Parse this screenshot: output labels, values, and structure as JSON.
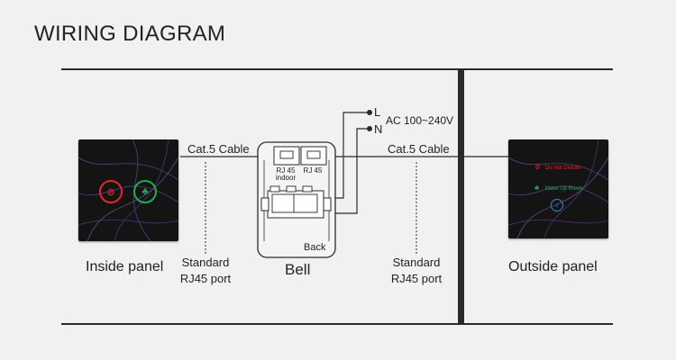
{
  "title": "WIRING DIAGRAM",
  "labels": {
    "inside_panel": "Inside panel",
    "outside_panel": "Outside panel",
    "bell": "Bell",
    "back": "Back",
    "cable_left": "Cat.5 Cable",
    "cable_right": "Cat.5 Cable",
    "standard_left_1": "Standard",
    "standard_left_2": "RJ45 port",
    "standard_right_1": "Standard",
    "standard_right_2": "RJ45 port",
    "line_l": "L",
    "line_n": "N",
    "ac": "AC 100~240V",
    "rj45_indoor_1": "RJ 45",
    "rj45_indoor_2": "indoor",
    "rj45": "RJ 45"
  },
  "outside_panel_items": {
    "do_not_disturb": "Do Not Disturb",
    "make_up_room": "Make Up Room"
  },
  "colors": {
    "dnd": "#e8262b",
    "mur": "#1fae4f",
    "bell": "#2a8fd8",
    "panel_bg": "#141414",
    "panel_lines": "#6a4a8f"
  },
  "icons": {
    "dnd": "do-not-disturb-icon",
    "mur": "make-up-room-icon",
    "bell": "bell-icon"
  }
}
